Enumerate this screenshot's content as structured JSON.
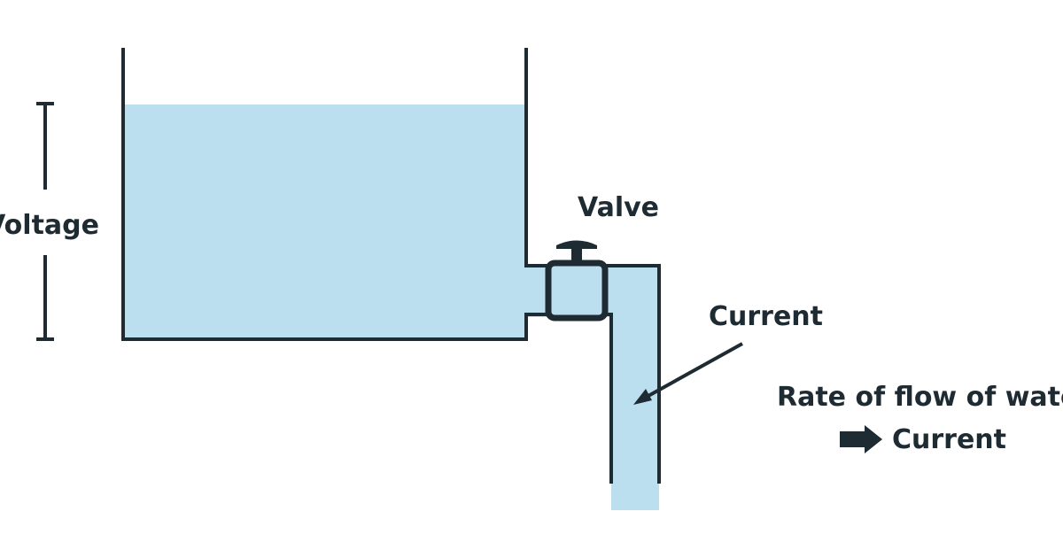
{
  "labels": {
    "voltage": "Voltage",
    "valve": "Valve",
    "current": "Current",
    "rate_of_flow": "Rate of flow of water",
    "equals_current": "Current"
  },
  "colors": {
    "water": "#bcdff0",
    "outline": "#1f2b33",
    "background": "#ffffff"
  },
  "icons": {
    "equivalence": "right-arrow-icon",
    "valve": "valve-handle-icon"
  }
}
